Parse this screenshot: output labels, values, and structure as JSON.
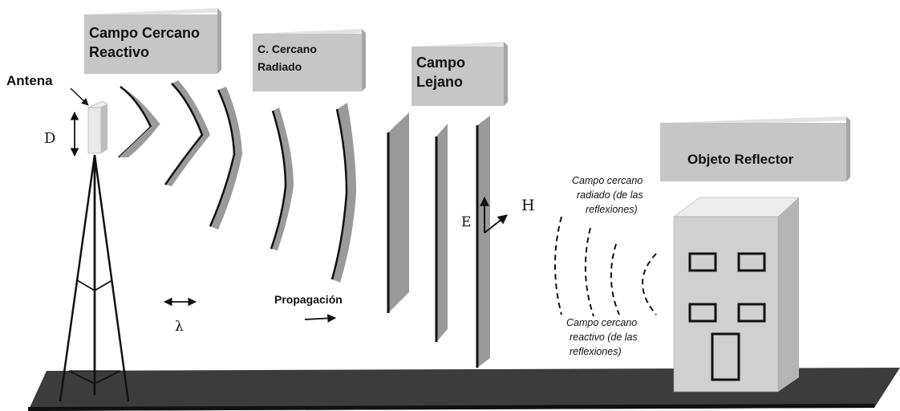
{
  "labels": {
    "antena": "Antena",
    "d": "D",
    "lambda": "λ",
    "propagacion": "Propagación",
    "e": "E",
    "h": "H"
  },
  "boxes": {
    "reactivo_line1": "Campo Cercano",
    "reactivo_line2": "Reactivo",
    "radiado_line1": "C. Cercano",
    "radiado_line2": "Radiado",
    "lejano_line1": "Campo",
    "lejano_line2": "Lejano",
    "reflector": "Objeto Reflector"
  },
  "reflection_notes": {
    "radiado_line1": "Campo cercano",
    "radiado_line2": "radiado (de las",
    "radiado_line3": "reflexiones)",
    "reactivo_line1": "Campo cercano",
    "reactivo_line2": "reactivo (de las",
    "reactivo_line3": "reflexiones)"
  },
  "colors": {
    "box_front": "#c6c6c6",
    "box_top": "#e3e3e3",
    "box_side": "#a6a6a6",
    "ground": "#3c3c3c",
    "wave_fill": "#9a9a9a",
    "building_front": "#d0d0d0",
    "building_side": "#b4b4b4",
    "building_top": "#ececec"
  }
}
